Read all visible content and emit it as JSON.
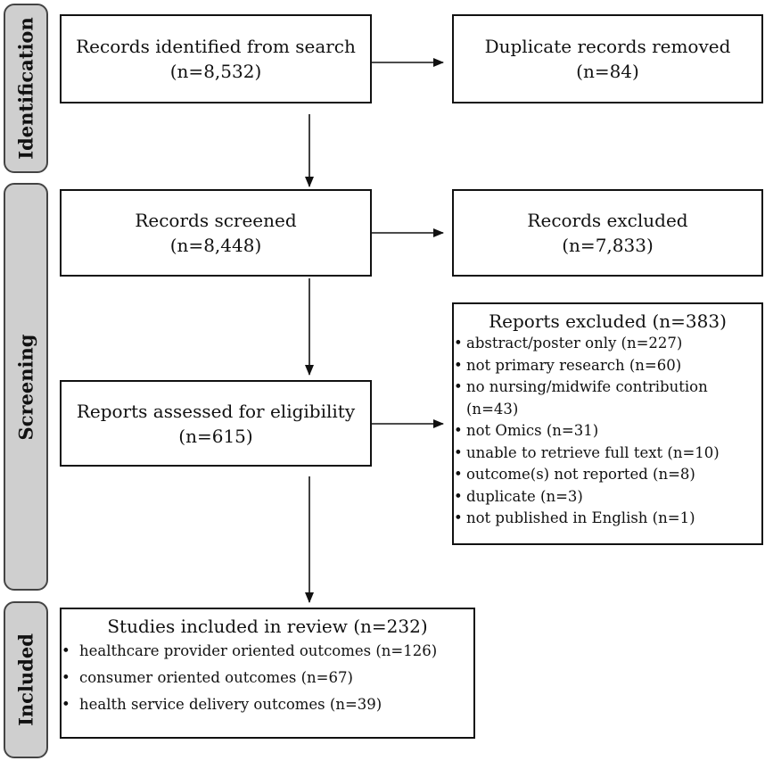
{
  "stages": {
    "identification": "Identification",
    "screening": "Screening",
    "included": "Included"
  },
  "boxes": {
    "identified": {
      "line1": "Records identified from search",
      "line2": "(n=8,532)"
    },
    "duplicates": {
      "line1": "Duplicate records removed",
      "line2": "(n=84)"
    },
    "screened": {
      "line1": "Records screened",
      "line2": "(n=8,448)"
    },
    "records_excluded": {
      "line1": "Records excluded",
      "line2": "(n=7,833)"
    },
    "assessed": {
      "line1": "Reports assessed for eligibility",
      "line2": "(n=615)"
    },
    "reports_excluded": {
      "title": "Reports excluded (n=383)",
      "items": [
        "abstract/poster only (n=227)",
        "not primary research (n=60)",
        "no nursing/midwife contribution (n=43)",
        "not Omics (n=31)",
        "unable to retrieve full text (n=10)",
        "outcome(s) not reported (n=8)",
        "duplicate (n=3)",
        "not published in English (n=1)"
      ]
    },
    "included": {
      "title": "Studies included in review (n=232)",
      "items": [
        "healthcare provider oriented outcomes (n=126)",
        "consumer oriented outcomes (n=67)",
        "health service delivery outcomes (n=39)"
      ]
    }
  }
}
